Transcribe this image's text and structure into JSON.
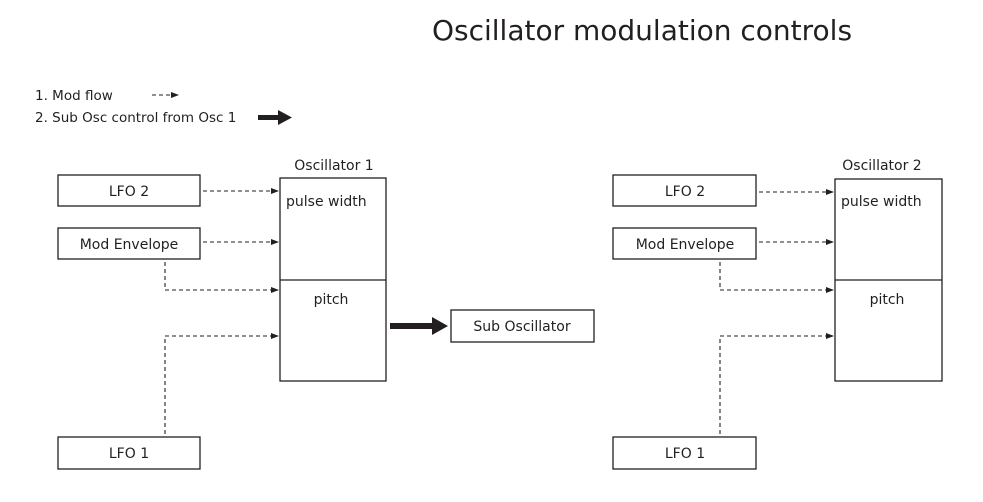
{
  "title": "Oscillator modulation controls",
  "legend": [
    {
      "label": "1. Mod flow",
      "style": "dashed-arrow"
    },
    {
      "label": "2. Sub Osc control from Osc 1",
      "style": "thick-arrow"
    }
  ],
  "diagrams": [
    {
      "oscillator": {
        "title": "Oscillator 1",
        "sections": [
          "pulse width",
          "pitch"
        ]
      },
      "sources": {
        "lfo2": "LFO 2",
        "mod_env": "Mod Envelope",
        "lfo1": "LFO 1"
      },
      "sub_oscillator": "Sub Oscillator"
    },
    {
      "oscillator": {
        "title": "Oscillator 2",
        "sections": [
          "pulse width",
          "pitch"
        ]
      },
      "sources": {
        "lfo2": "LFO 2",
        "mod_env": "Mod Envelope",
        "lfo1": "LFO 1"
      }
    }
  ],
  "connections": [
    {
      "from": "LFO 2",
      "to": "pulse width",
      "type": "mod-flow"
    },
    {
      "from": "Mod Envelope",
      "to": "pulse width",
      "type": "mod-flow"
    },
    {
      "from": "Mod Envelope",
      "to": "pitch",
      "type": "mod-flow"
    },
    {
      "from": "LFO 1",
      "to": "pitch",
      "type": "mod-flow"
    },
    {
      "from": "Oscillator 1 pitch",
      "to": "Sub Oscillator",
      "type": "sub-osc-control"
    }
  ]
}
